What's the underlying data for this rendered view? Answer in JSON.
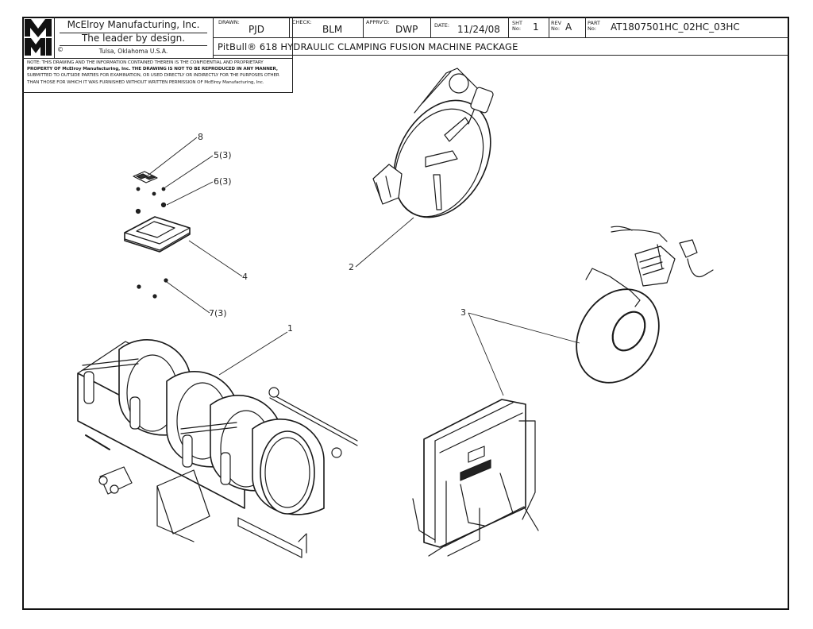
{
  "title_block": {
    "logo_text": [
      "M",
      "MI"
    ],
    "company": "McElroy Manufacturing, Inc.",
    "tagline": "The leader by design.",
    "location": "Tulsa, Oklahoma U.S.A.",
    "copyright_symbol": "©",
    "fields": {
      "drawn": {
        "label": "DRAWN:",
        "value": "PJD"
      },
      "check": {
        "label": "CHECK:",
        "value": "BLM"
      },
      "approved": {
        "label": "APPRV'D:",
        "value": "DWP"
      },
      "date": {
        "label": "DATE:",
        "value": "11/24/08"
      },
      "sheet": {
        "label_top": "SHT",
        "label_bottom": "No:",
        "value": "1"
      },
      "rev": {
        "label_top": "REV",
        "label_bottom": "No:",
        "value": "A"
      },
      "part": {
        "label_top": "PART",
        "label_bottom": "No:",
        "value": "AT1807501HC_02HC_03HC"
      }
    },
    "drawing_title": "PitBull® 618 HYDRAULIC CLAMPING FUSION MACHINE PACKAGE",
    "note_lines": [
      "NOTE: THIS DRAWING AND THE INFORMATION CONTAINED THEREIN IS THE CONFIDENTIAL AND PROPRIETARY",
      "PROPERTY OF McElroy Manufacturing, Inc. THE DRAWING IS NOT TO BE REPRODUCED IN ANY MANNER,",
      "SUBMITTED TO OUTSIDE PARTIES FOR EXAMINATION, OR USED DIRECTLY OR INDIRECTLY FOR THE PURPOSES OTHER",
      "THAN THOSE FOR WHICH IT WAS FURNISHED WITHOUT WRITTEN PERMISSION OF McElroy Manufacturing, Inc."
    ]
  },
  "callouts": {
    "c1": "1",
    "c2": "2",
    "c3": "3",
    "c4": "4",
    "c5": "5(3)",
    "c6": "6(3)",
    "c7": "7(3)",
    "c8": "8"
  },
  "components": [
    {
      "item": "1",
      "depiction": "hydraulic clamping carriage / machine frame"
    },
    {
      "item": "2",
      "depiction": "heater plate with handle"
    },
    {
      "item": "3",
      "depiction": "facer and heater/facer stand"
    },
    {
      "item": "4",
      "depiction": "data logger / control box"
    },
    {
      "item": "5",
      "qty": "3",
      "depiction": "screw"
    },
    {
      "item": "6",
      "qty": "3",
      "depiction": "washer"
    },
    {
      "item": "7",
      "qty": "3",
      "depiction": "nut"
    },
    {
      "item": "8",
      "depiction": "mounting bracket"
    }
  ]
}
